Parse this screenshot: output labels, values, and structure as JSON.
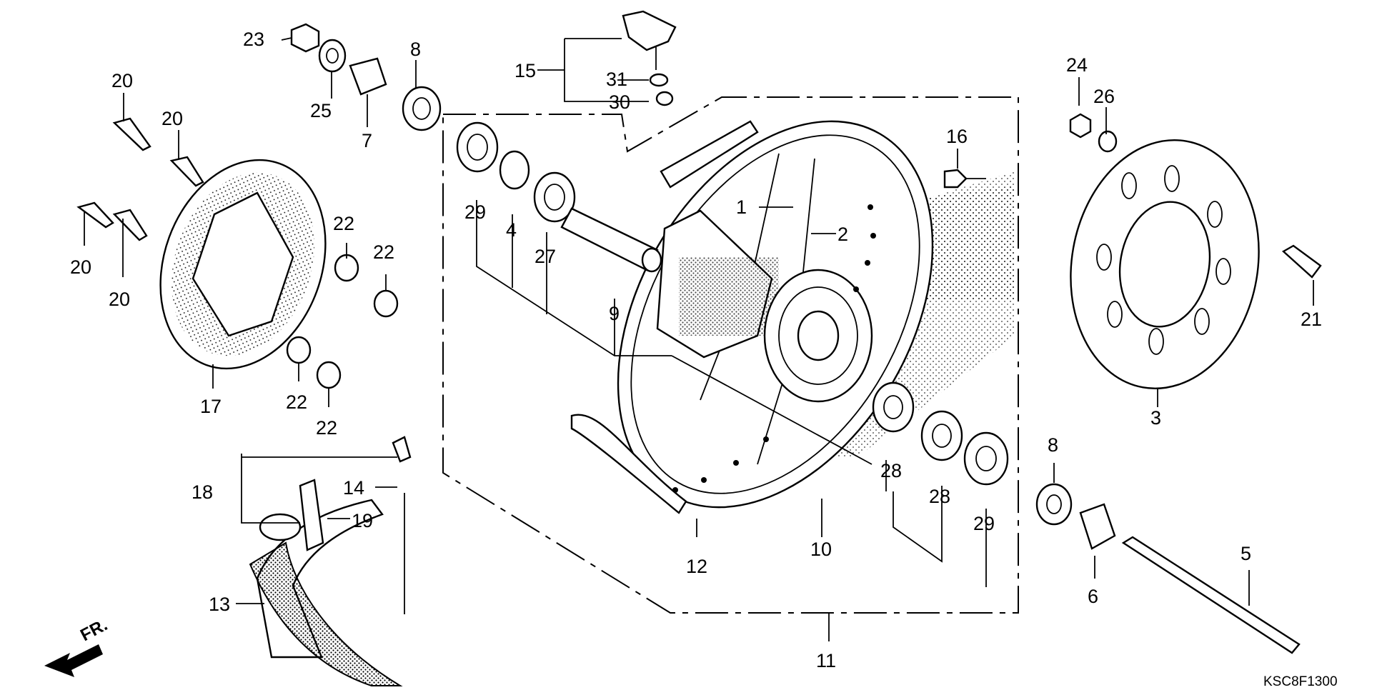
{
  "diagram": {
    "code": "KSC8F1300",
    "direction_label": "FR.",
    "callouts": [
      {
        "id": "c1",
        "text": "1"
      },
      {
        "id": "c2",
        "text": "2"
      },
      {
        "id": "c3",
        "text": "3"
      },
      {
        "id": "c4",
        "text": "4"
      },
      {
        "id": "c5",
        "text": "5"
      },
      {
        "id": "c6",
        "text": "6"
      },
      {
        "id": "c7",
        "text": "7"
      },
      {
        "id": "c8a",
        "text": "8"
      },
      {
        "id": "c8b",
        "text": "8"
      },
      {
        "id": "c9",
        "text": "9"
      },
      {
        "id": "c10",
        "text": "10"
      },
      {
        "id": "c11",
        "text": "11"
      },
      {
        "id": "c12",
        "text": "12"
      },
      {
        "id": "c13",
        "text": "13"
      },
      {
        "id": "c14",
        "text": "14"
      },
      {
        "id": "c15",
        "text": "15"
      },
      {
        "id": "c16",
        "text": "16"
      },
      {
        "id": "c17",
        "text": "17"
      },
      {
        "id": "c18",
        "text": "18"
      },
      {
        "id": "c19",
        "text": "19"
      },
      {
        "id": "c20a",
        "text": "20"
      },
      {
        "id": "c20b",
        "text": "20"
      },
      {
        "id": "c20c",
        "text": "20"
      },
      {
        "id": "c20d",
        "text": "20"
      },
      {
        "id": "c21",
        "text": "21"
      },
      {
        "id": "c22a",
        "text": "22"
      },
      {
        "id": "c22b",
        "text": "22"
      },
      {
        "id": "c22c",
        "text": "22"
      },
      {
        "id": "c22d",
        "text": "22"
      },
      {
        "id": "c23",
        "text": "23"
      },
      {
        "id": "c24",
        "text": "24"
      },
      {
        "id": "c25",
        "text": "25"
      },
      {
        "id": "c26",
        "text": "26"
      },
      {
        "id": "c27",
        "text": "27"
      },
      {
        "id": "c28a",
        "text": "28"
      },
      {
        "id": "c28b",
        "text": "28"
      },
      {
        "id": "c29a",
        "text": "29"
      },
      {
        "id": "c29b",
        "text": "29"
      },
      {
        "id": "c30",
        "text": "30"
      },
      {
        "id": "c31",
        "text": "31"
      }
    ]
  }
}
